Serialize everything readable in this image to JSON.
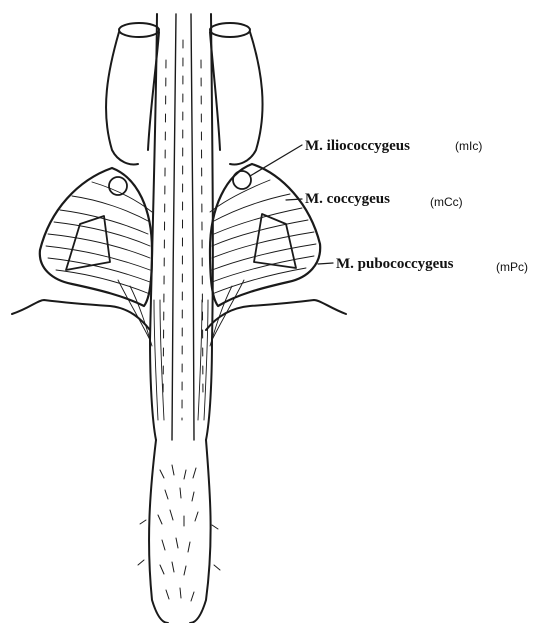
{
  "labels": [
    {
      "name": "M. iliococcygeus",
      "abbr": "(mIc)"
    },
    {
      "name": "M. coccygeus",
      "abbr": "(mCc)"
    },
    {
      "name": "M. pubococcygeus",
      "abbr": "(mPc)"
    }
  ],
  "colors": {
    "ink": "#1a1a1a",
    "background": "#ffffff"
  }
}
